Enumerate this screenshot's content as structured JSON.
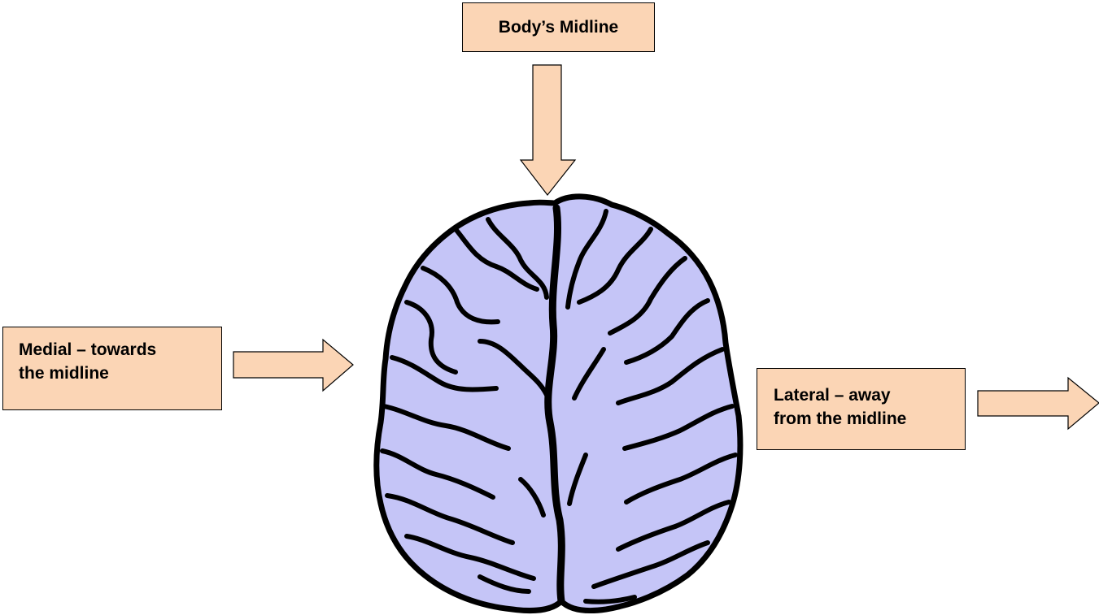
{
  "labels": {
    "midline": "Body’s Midline",
    "medial": [
      "Medial – towards",
      "the midline"
    ],
    "lateral": [
      "Lateral – away",
      "from the midline"
    ]
  },
  "colors": {
    "box_fill": "#FBD5B5",
    "arrow_fill": "#FBD5B5",
    "brain_fill": "#C5C5F7",
    "outline": "#000000"
  },
  "icons": {
    "brain": "brain-top-view-icon"
  }
}
